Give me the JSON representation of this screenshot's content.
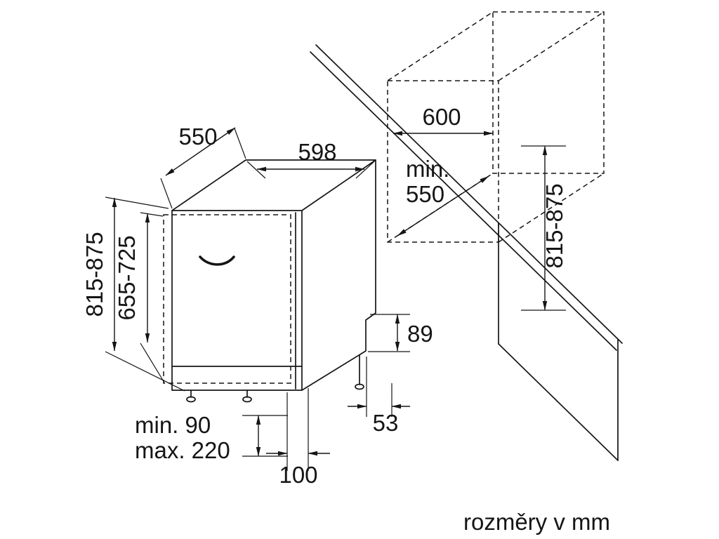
{
  "caption": "rozměry v mm",
  "labels": {
    "top_depth": "550",
    "top_width": "598",
    "niche_width": "600",
    "niche_depth_prefix": "min.",
    "niche_depth_value": "550",
    "niche_height": "815-875",
    "appliance_height": "815-875",
    "door_panel_height": "655-725",
    "rear_clearance_height": "89",
    "rear_foot_offset": "53",
    "front_foot_offset": "100",
    "base_height_min": "min. 90",
    "base_height_max": "max. 220"
  },
  "colors": {
    "line": "#151515",
    "background": "#ffffff"
  }
}
